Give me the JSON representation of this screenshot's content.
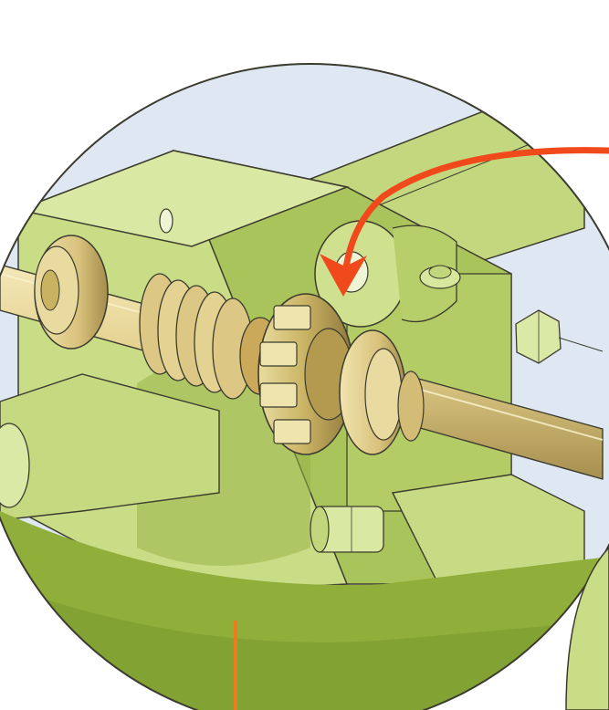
{
  "figure": {
    "subject": "mechanical-assembly-detail",
    "components": [
      "shaft",
      "compression-spring",
      "castellated-nut",
      "flanged-bushing",
      "housing-block",
      "hex-bolt",
      "pivot-eye",
      "side-rod"
    ],
    "callouts": [
      "callout-arrow-nut",
      "callout-leader-bottom"
    ]
  },
  "colors": {
    "background": "#ffffff",
    "sky": "#dfe8f2",
    "lime_light": "#d6e59a",
    "lime_mid": "#b9d16c",
    "lime_dark": "#8fae3a",
    "olive_shadow": "#6f8e2c",
    "brass_light": "#efe0a6",
    "brass_mid": "#d7c079",
    "brass_dark": "#9e874a",
    "outline": "#3b3b2f",
    "arrow": "#f04a1c"
  }
}
